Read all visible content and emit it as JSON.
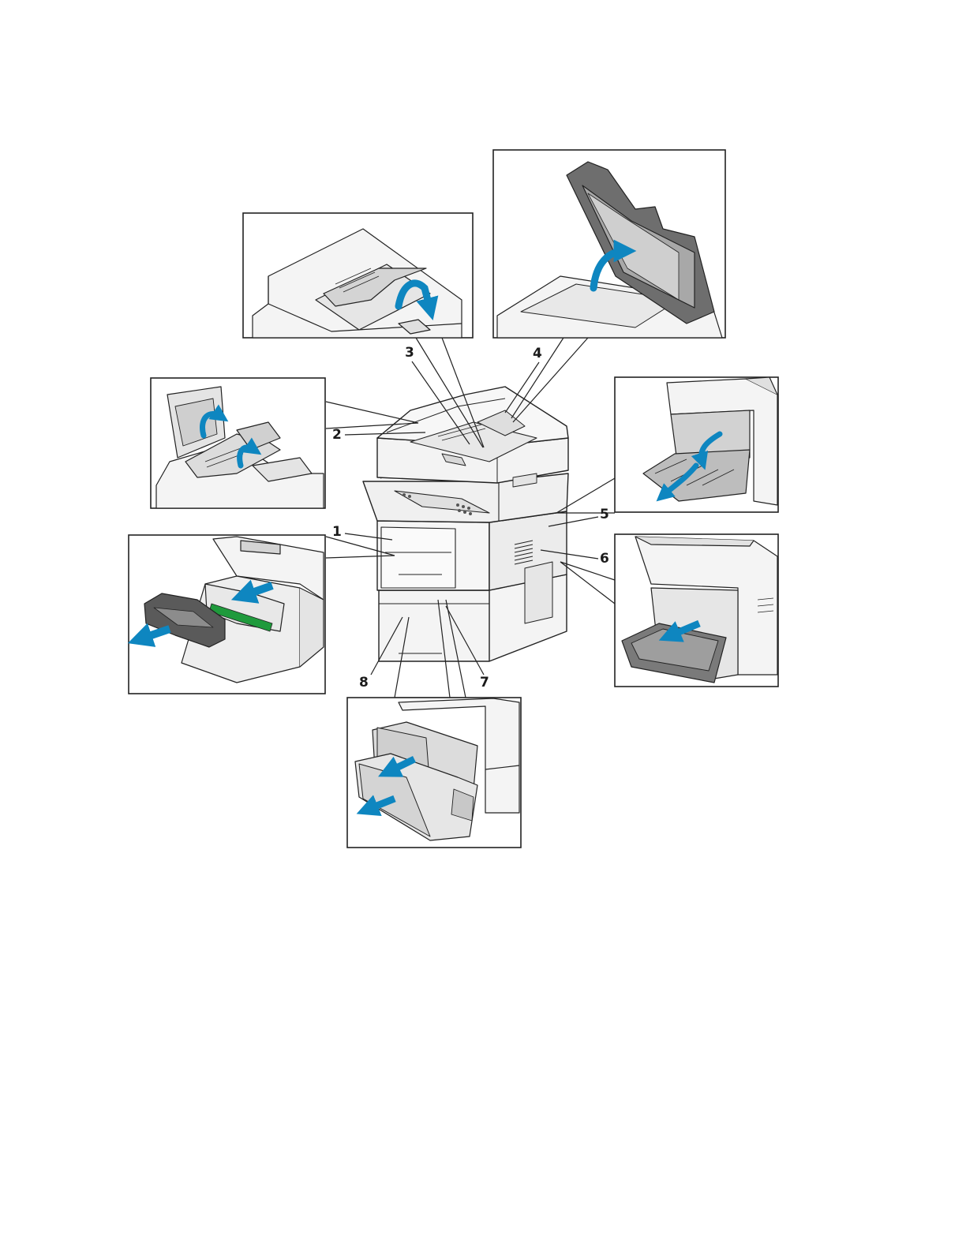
{
  "callouts": {
    "c1": "1",
    "c2": "2",
    "c3": "3",
    "c4": "4",
    "c5": "5",
    "c6": "6",
    "c7": "7",
    "c8": "8"
  },
  "colors": {
    "arrow": "#0e86c0",
    "line": "#222222",
    "body": "#f6f6f6",
    "shade": "#dcdcdc",
    "dark": "#6a6a6a",
    "green": "#1f9a3c",
    "duplex": "#7a7a7a"
  }
}
